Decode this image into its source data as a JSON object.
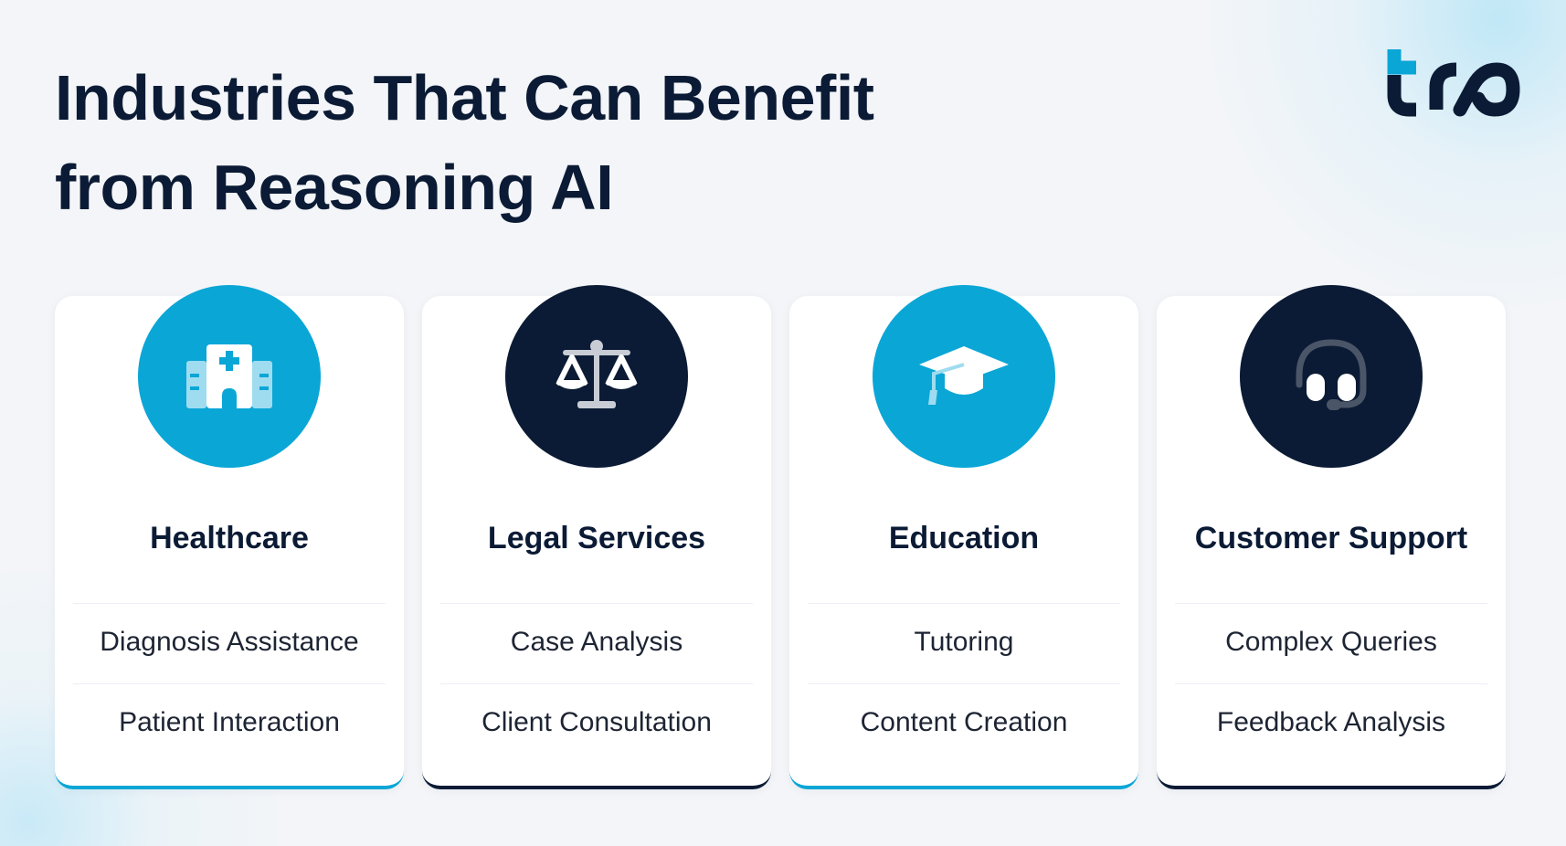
{
  "title": {
    "line1": "Industries That Can Benefit",
    "line2": "from Reasoning AI"
  },
  "logo": {
    "icon": "brand-logo-icon",
    "colors": [
      "#0aa6d6",
      "#0b1b35"
    ]
  },
  "colors": {
    "accent": "#0aa6d6",
    "dark": "#0b1b35",
    "background": "#f3f5f8",
    "card": "#ffffff"
  },
  "cards": [
    {
      "title": "Healthcare",
      "icon": "hospital-icon",
      "icon_bg": "#0aa6d6",
      "items": [
        "Diagnosis Assistance",
        "Patient Interaction"
      ]
    },
    {
      "title": "Legal Services",
      "icon": "scales-icon",
      "icon_bg": "#0b1b35",
      "items": [
        "Case Analysis",
        "Client Consultation"
      ]
    },
    {
      "title": "Education",
      "icon": "graduation-cap-icon",
      "icon_bg": "#0aa6d6",
      "items": [
        "Tutoring",
        "Content Creation"
      ]
    },
    {
      "title": "Customer Support",
      "icon": "headset-icon",
      "icon_bg": "#0b1b35",
      "items": [
        "Complex Queries",
        "Feedback Analysis"
      ]
    }
  ]
}
